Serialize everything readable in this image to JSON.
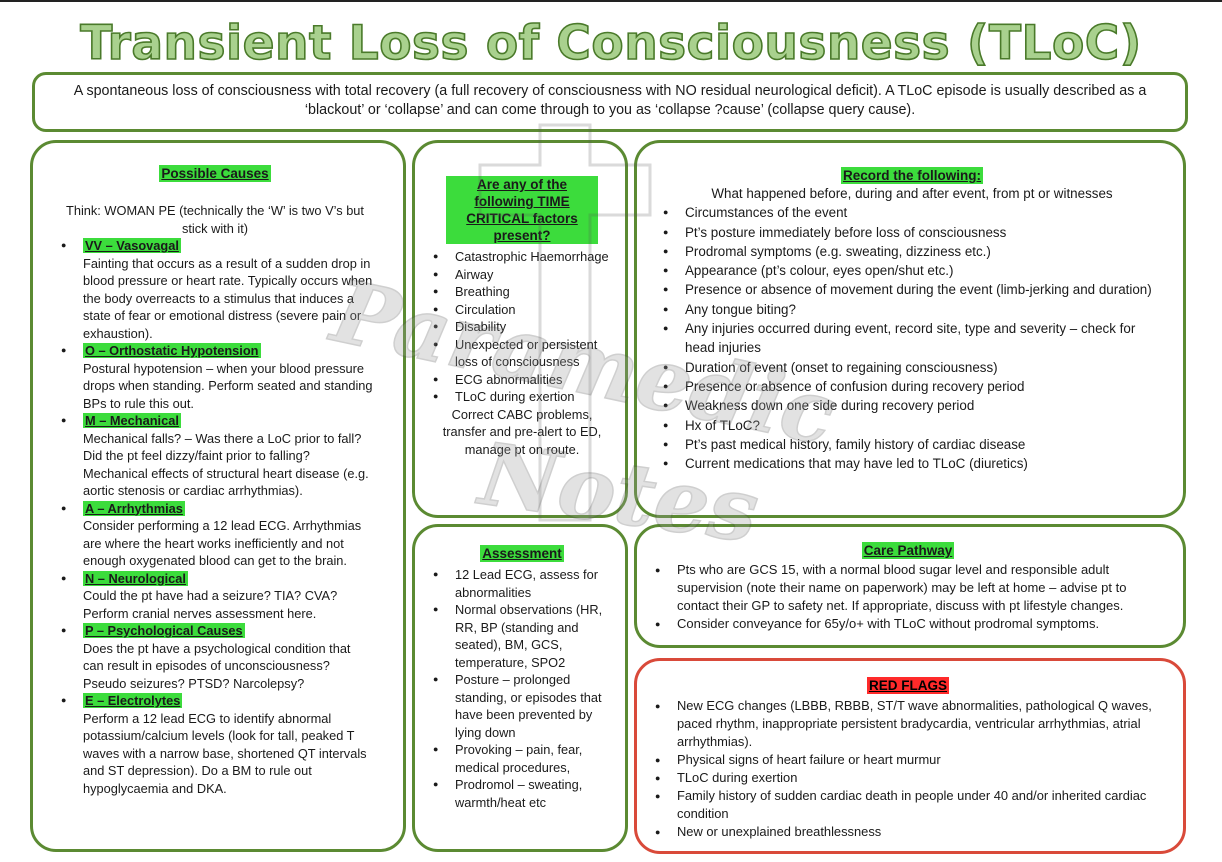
{
  "title": "Transient Loss of Consciousness (TLoC)",
  "definition": "A spontaneous loss of consciousness with total recovery (a full recovery of consciousness with NO residual neurological deficit). A TLoC episode is usually described as a ‘blackout’ or ‘collapse’ and can come through to you as ‘collapse ?cause’ (collapse query cause).",
  "causes": {
    "heading": "Possible Causes",
    "intro": "Think: WOMAN PE (technically the ‘W’ is two V’s but stick with it)",
    "items": [
      {
        "title": "VV – Vasovagal",
        "text": "Fainting that occurs as a result of a sudden drop in blood pressure or heart rate. Typically occurs when the body overreacts to a stimulus that induces a state of fear or emotional distress (severe pain or exhaustion)."
      },
      {
        "title": "O – Orthostatic Hypotension",
        "text": "Postural hypotension – when your blood pressure drops when standing. Perform seated and standing BPs to rule this out."
      },
      {
        "title": "M – Mechanical",
        "text": "Mechanical falls? – Was there a LoC prior to fall? Did the pt feel dizzy/faint prior to falling? Mechanical effects of structural heart disease (e.g. aortic stenosis or cardiac arrhythmias)."
      },
      {
        "title": "A – Arrhythmias",
        "text": "Consider performing a 12 lead ECG. Arrhythmias are where the heart works inefficiently and not enough oxygenated blood can get to the brain."
      },
      {
        "title": "N – Neurological",
        "text": "Could the pt have had a seizure? TIA? CVA? Perform cranial nerves assessment here."
      },
      {
        "title": "P – Psychological Causes",
        "text": "Does the pt have a psychological condition that can result in episodes of unconsciousness? Pseudo seizures? PTSD? Narcolepsy?"
      },
      {
        "title": "E – Electrolytes",
        "text": "Perform a 12 lead ECG to identify abnormal potassium/calcium levels (look for tall, peaked T waves with a narrow base, shortened QT intervals and ST depression). Do a BM to rule out hypoglycaemia and DKA."
      }
    ]
  },
  "time_critical": {
    "heading": "Are any of the following TIME CRITICAL factors present?",
    "items": [
      "Catastrophic Haemorrhage",
      "Airway",
      "Breathing",
      "Circulation",
      "Disability",
      "Unexpected or persistent loss of consciousness",
      "ECG abnormalities",
      "TLoC during exertion"
    ],
    "footer": "Correct CABC problems, transfer and pre-alert to ED, manage pt on route."
  },
  "record": {
    "heading": "Record the following:",
    "intro": "What happened before, during and after event, from pt or witnesses",
    "items": [
      "Circumstances of the event",
      "Pt’s posture immediately before loss of consciousness",
      "Prodromal symptoms (e.g. sweating, dizziness etc.)",
      "Appearance (pt’s colour, eyes open/shut etc.)",
      "Presence or absence of movement during the event (limb-jerking and duration)",
      "Any tongue biting?",
      "Any injuries occurred during event, record site, type and severity – check for head injuries",
      "Duration of event (onset to regaining consciousness)",
      "Presence or absence of confusion during recovery period",
      "Weakness down one side during recovery period",
      "Hx of TLoC?",
      "Pt’s past medical history, family history of cardiac disease",
      "Current medications that may have led to TLoC (diuretics)"
    ]
  },
  "assessment": {
    "heading": "Assessment",
    "items": [
      "12 Lead ECG, assess for abnormalities",
      "Normal observations (HR, RR, BP (standing and seated), BM, GCS, temperature, SPO2",
      "Posture – prolonged standing, or episodes that have been prevented by lying down",
      "Provoking – pain, fear, medical procedures,",
      "Prodromol – sweating, warmth/heat etc"
    ]
  },
  "care": {
    "heading": "Care Pathway",
    "items": [
      "Pts who are GCS 15, with a normal blood sugar level and responsible adult supervision (note their name on paperwork) may be left at home – advise pt to contact their GP to safety net. If appropriate, discuss with pt lifestyle changes.",
      "Consider conveyance for 65y/o+ with TLoC without prodromal symptoms."
    ]
  },
  "red_flags": {
    "heading": "RED FLAGS",
    "items": [
      "New ECG changes (LBBB, RBBB, ST/T wave abnormalities, pathological Q waves, paced rhythm, inappropriate persistent bradycardia, ventricular arrhythmias, atrial arrhythmias).",
      "Physical signs of heart failure or heart murmur",
      "TLoC during exertion",
      "Family history of sudden cardiac death in people under 40 and/or inherited cardiac condition",
      "New or unexplained breathlessness"
    ]
  },
  "watermark": {
    "line1": "Paramedic",
    "line2": "Notes"
  }
}
